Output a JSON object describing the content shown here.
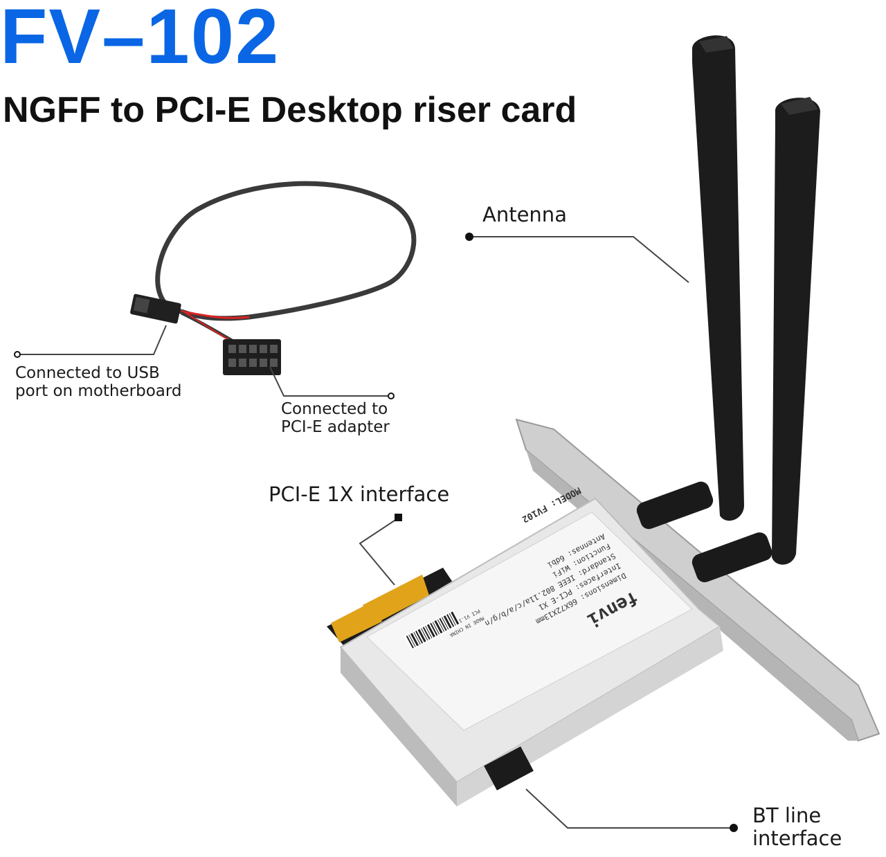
{
  "title": "FV–102",
  "subtitle": "NGFF to PCI-E Desktop riser card",
  "callouts": {
    "antenna": "Antenna",
    "usb_line1": "Connected to USB",
    "usb_line2": "port on motherboard",
    "pcie_adapter_line1": "Connected to",
    "pcie_adapter_line2": "PCI-E adapter",
    "pcie_interface": "PCI-E 1X interface",
    "bt_line1": "BT line",
    "bt_line2": "interface"
  },
  "card_label": {
    "brand": "fenvi",
    "model": "MODEL: FV102",
    "dimensions": "Dimensions: 66X72X13mm",
    "interfaces": "Interfaces: PCI-E X1",
    "standard": "Standard: IEEE 802.11a/c/a/b/g/n",
    "function": "Function: WiFi",
    "antennas": "Antennas: 6dbi",
    "made_in": "MADE IN CHINA",
    "version": "PCI V1.1"
  },
  "colors": {
    "title_blue": "#0a66e4",
    "antenna_black": "#1c1c1c",
    "bracket_silver": "#c9c9c9",
    "pcb_gold": "#e0a31a"
  }
}
